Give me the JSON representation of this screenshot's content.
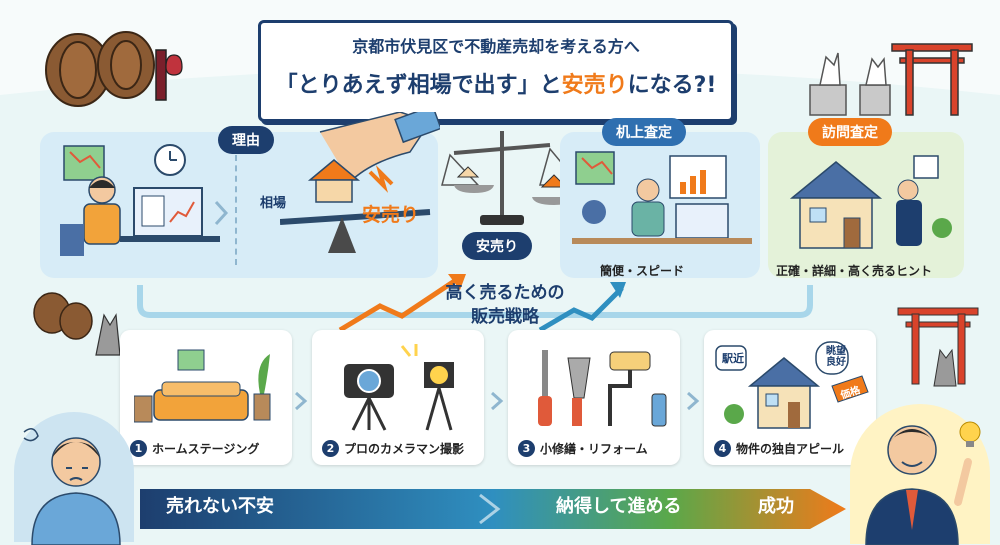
{
  "header": {
    "line1": "京都市伏見区で不動産売却を考える方へ",
    "line2_a": "「とりあえず相場で出す」と",
    "line2_b": "安売り",
    "line2_c": "になる?!"
  },
  "reason": {
    "tag": "理由",
    "souba": "相場",
    "yasuuri": "安売り"
  },
  "scale_tag": "安売り",
  "desk": {
    "tag": "机上査定",
    "caption": "簡便・スピード"
  },
  "visit": {
    "tag": "訪問査定",
    "caption": "正確・詳細・高く売るヒント"
  },
  "strategy": {
    "line1": "高く売るための",
    "line2": "販売戦略"
  },
  "steps": [
    {
      "num": "1",
      "label": "ホームステージング"
    },
    {
      "num": "2",
      "label": "プロのカメラマン撮影"
    },
    {
      "num": "3",
      "label": "小修繕・リフォーム"
    },
    {
      "num": "4",
      "label": "物件の独自アピール"
    }
  ],
  "appeal_bubbles": {
    "station": "駅近",
    "view": "眺望良好",
    "price": "価格"
  },
  "bottom": {
    "worry": "売れない不安",
    "progress": "納得して進める",
    "success": "成功"
  },
  "colors": {
    "navy": "#1d3e6e",
    "orange": "#f07a1a",
    "blue": "#2f6fb0",
    "green": "#5aa84a"
  }
}
